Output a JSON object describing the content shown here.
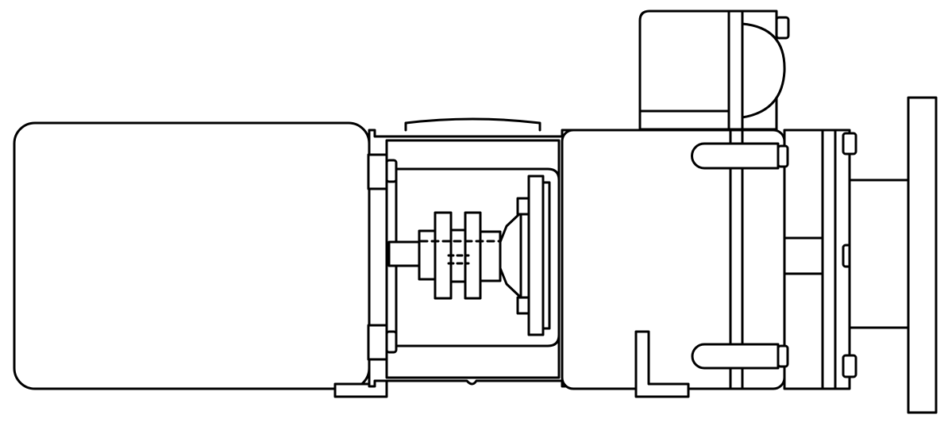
{
  "diagram": {
    "subject": "motor-coupling-gearbox-assembly",
    "style": "line-art",
    "colors": {
      "stroke": "#000000",
      "fill": "#ffffff",
      "background": "#ffffff"
    },
    "components": [
      "motor-body",
      "motor-foot",
      "coupling-housing",
      "coupling-bracket",
      "coupling",
      "gearbox-housing",
      "gearbox-cap",
      "gearbox-foot",
      "output-flange",
      "tie-bolts"
    ]
  }
}
